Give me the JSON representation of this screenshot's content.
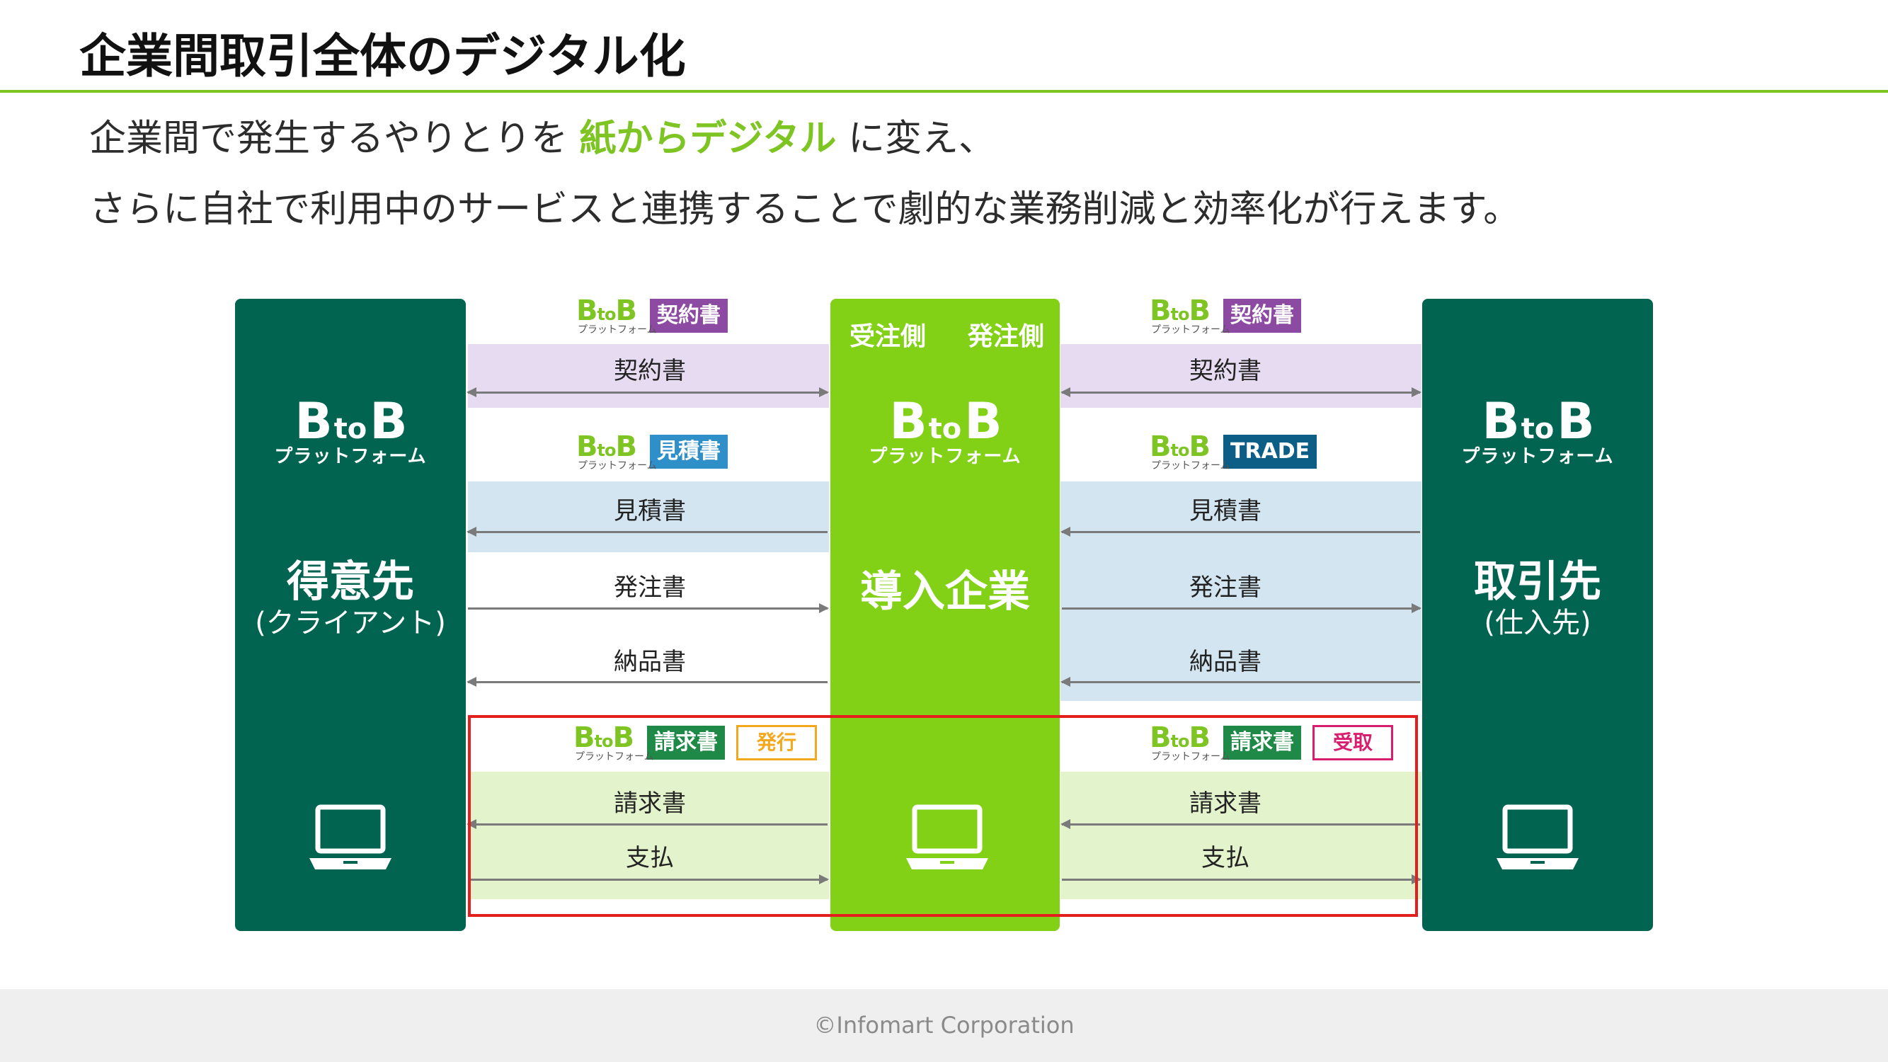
{
  "slide": {
    "title": "企業間取引全体のデジタル化",
    "lead_line1_before": "企業間で発生するやりとりを",
    "lead_line1_highlight": "紙からデジタル",
    "lead_line1_after": "に変え、",
    "lead_line2": "さらに自社で利用中のサービスと連携することで劇的な業務削減と効率化が行えます。"
  },
  "diagram": {
    "logo": {
      "b1": "B",
      "to": "to",
      "b2": "B",
      "sub": "プラットフォーム"
    },
    "left_column": {
      "name": "得意先",
      "sub": "(クライアント)"
    },
    "center_column": {
      "side_left": "受注側",
      "side_right": "発注側",
      "name": "導入企業"
    },
    "right_column": {
      "name": "取引先",
      "sub": "(仕入先)"
    },
    "chips": {
      "left_contract": {
        "tag": "契約書",
        "color": "#8d4aa3"
      },
      "left_estimate": {
        "tag": "見積書",
        "color": "#2f8fc9"
      },
      "left_invoice": {
        "tag": "請求書",
        "color": "#1f8a47",
        "badge": "発行",
        "badge_color": "#f3a81e"
      },
      "right_contract": {
        "tag": "契約書",
        "color": "#8d4aa3"
      },
      "right_trade": {
        "tag": "TRADE",
        "color": "#0c5e86"
      },
      "right_invoice": {
        "tag": "請求書",
        "color": "#1f8a47",
        "badge": "受取",
        "badge_color": "#d81f6f"
      }
    },
    "flows_left": [
      {
        "label": "契約書",
        "direction": "both"
      },
      {
        "label": "見積書",
        "direction": "left"
      },
      {
        "label": "発注書",
        "direction": "right"
      },
      {
        "label": "納品書",
        "direction": "left"
      },
      {
        "label": "請求書",
        "direction": "left"
      },
      {
        "label": "支払",
        "direction": "right"
      }
    ],
    "flows_right": [
      {
        "label": "契約書",
        "direction": "both"
      },
      {
        "label": "見積書",
        "direction": "left"
      },
      {
        "label": "発注書",
        "direction": "right"
      },
      {
        "label": "納品書",
        "direction": "left"
      },
      {
        "label": "請求書",
        "direction": "left"
      },
      {
        "label": "支払",
        "direction": "right"
      }
    ],
    "icons": [
      "laptop-icon",
      "laptop-icon",
      "laptop-icon"
    ],
    "colors": {
      "dark_green": "#016451",
      "light_green": "#82d116",
      "purple_band": "#e7dbf2",
      "blue_band": "#d3e5f0",
      "green_band": "#e3f4cc",
      "highlight_box": "#e41d1d"
    }
  },
  "footer": {
    "copyright": "©Infomart Corporation"
  }
}
